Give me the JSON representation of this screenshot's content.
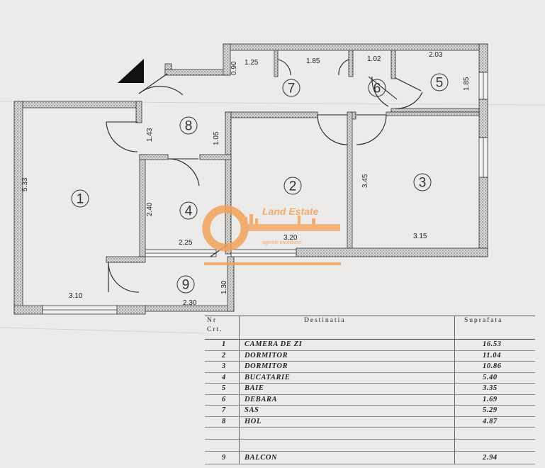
{
  "plan": {
    "dimensions": [
      "5.33",
      "3.10",
      "1.43",
      "1.05",
      "2.40",
      "2.25",
      "3.20",
      "3.45",
      "3.15",
      "1.30",
      "2.30",
      "0.90",
      "1.25",
      "1.85",
      "1.02",
      "2.03",
      "1.85"
    ],
    "rooms": [
      "1",
      "2",
      "3",
      "4",
      "5",
      "6",
      "7",
      "8",
      "9"
    ]
  },
  "watermark": {
    "brand": "Land Estate",
    "tagline": "agentie imobiliare"
  },
  "legend": {
    "header_nr": "Nr",
    "header_crt": "Crt.",
    "header_destination": "Destinatia",
    "header_area": "Suprafata",
    "rows": [
      {
        "nr": "1",
        "name": "CAMERA DE ZI",
        "area": "16.53"
      },
      {
        "nr": "2",
        "name": "DORMITOR",
        "area": "11.04"
      },
      {
        "nr": "3",
        "name": "DORMITOR",
        "area": "10.86"
      },
      {
        "nr": "4",
        "name": "BUCATARIE",
        "area": "5.40"
      },
      {
        "nr": "5",
        "name": "BAIE",
        "area": "3.35"
      },
      {
        "nr": "6",
        "name": "DEBARA",
        "area": "1.69"
      },
      {
        "nr": "7",
        "name": "SAS",
        "area": "5.29"
      },
      {
        "nr": "8",
        "name": "HOL",
        "area": "4.87"
      }
    ],
    "balcony": {
      "nr": "9",
      "name": "BALCON",
      "area": "2.94"
    }
  }
}
